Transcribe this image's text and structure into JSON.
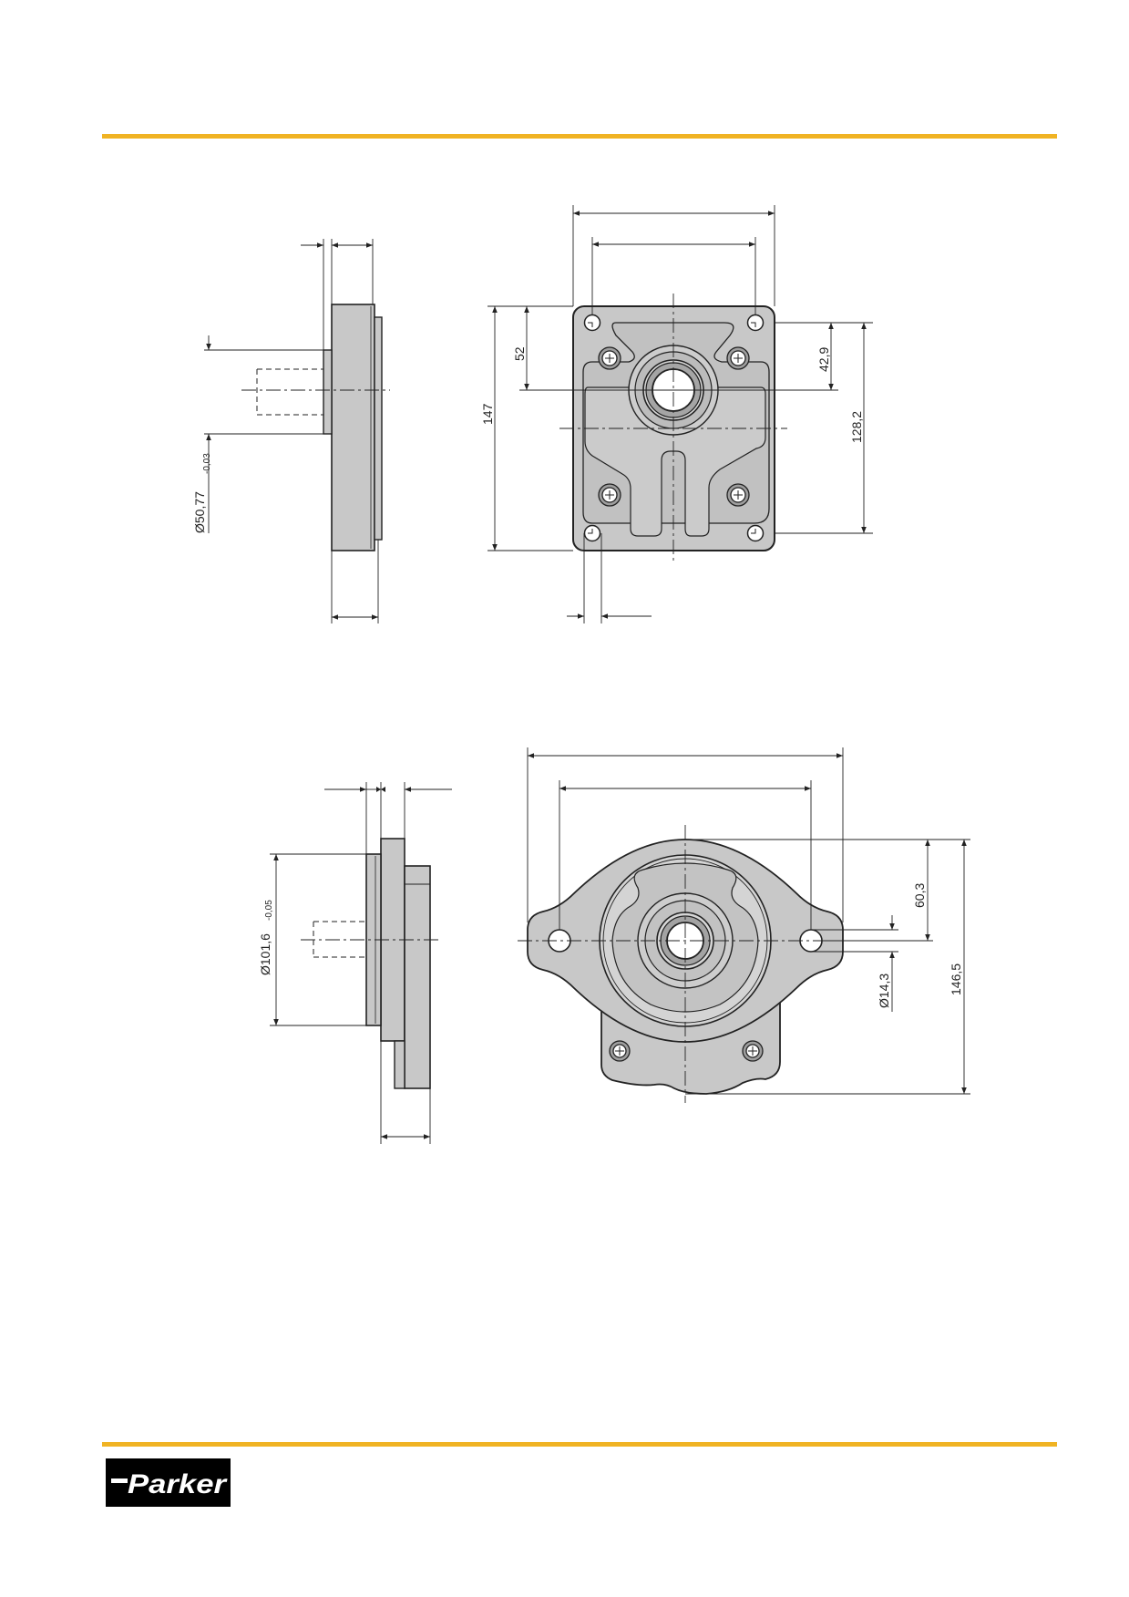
{
  "header": {
    "rule_color": "#f0b323"
  },
  "footer": {
    "rule_color": "#f0b323",
    "logo_text": "Parker"
  },
  "drawing_top": {
    "dims": {
      "pilot_diameter": "Ø50,77",
      "pilot_tolerance": "-0,03",
      "height": "147",
      "center_offset": "52",
      "port_spacing": "42,9",
      "bolt_spacing": "128,2"
    }
  },
  "drawing_bottom": {
    "dims": {
      "pilot_diameter": "Ø101,6",
      "pilot_tolerance": "-0,05",
      "hole_diameter": "Ø14,3",
      "center_offset": "60,3",
      "height": "146,5"
    }
  },
  "colors": {
    "body_fill": "#c8c8c8",
    "line": "#222222",
    "accent": "#f0b323"
  }
}
